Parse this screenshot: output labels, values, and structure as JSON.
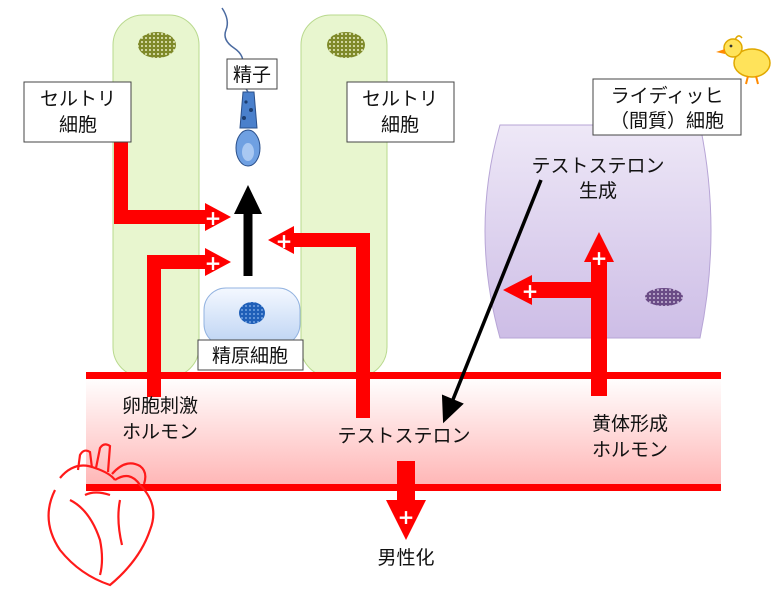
{
  "labels": {
    "sertoli_left": [
      "セルトリ",
      "細胞"
    ],
    "sertoli_right": [
      "セルトリ",
      "細胞"
    ],
    "sperm": "精子",
    "spermatogonia": "精原細胞",
    "leydig": [
      "ライディッヒ",
      "（間質）細胞"
    ],
    "testosterone_synthesis": [
      "テストステロン",
      "生成"
    ],
    "fsh": [
      "卵胞刺激",
      "ホルモン"
    ],
    "testosterone": "テストステロン",
    "lh": [
      "黄体形成",
      "ホルモン"
    ],
    "masculinization": "男性化",
    "plus": "+"
  },
  "colors": {
    "arrow_red": "#ff0000",
    "sertoli_fill": "#e6f5cc",
    "leydig_fill": "#ddd0ee",
    "blood_fill_top": "#ffffff",
    "blood_fill_bottom": "#ffbcbc",
    "stimulation_arrow": "#000000"
  },
  "icons": [
    "sperm-icon",
    "heart-icon",
    "chick-icon"
  ]
}
